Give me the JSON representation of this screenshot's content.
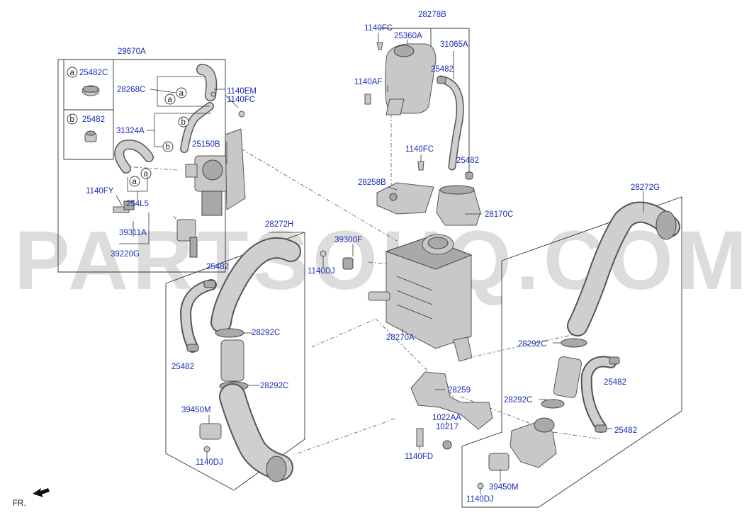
{
  "diagram": {
    "watermark": "PARTSOUQ.COM",
    "orientation": "FR.",
    "legend": [
      {
        "marker": "a",
        "part": "25482C"
      },
      {
        "marker": "b",
        "part": "25482"
      }
    ],
    "callout_markers": {
      "a": "a",
      "b": "b"
    },
    "labels": {
      "p29670A": "29670A",
      "p28268C": "28268C",
      "p1140EM": "1140EM",
      "p1140FC_left": "1140FC",
      "p31324A": "31324A",
      "p25150B": "25150B",
      "p254L5": "254L5",
      "p1140FY": "1140FY",
      "p39311A": "39311A",
      "p39220G": "39220G",
      "p28278B": "28278B",
      "p1140FC_top": "1140FC",
      "p25360A": "25360A",
      "p31065A": "31065A",
      "p25482_top": "25482",
      "p1140AF": "1140AF",
      "p1140FC_mid": "1140FC",
      "p25482_topright": "25482",
      "p28258B": "28258B",
      "p28170C": "28170C",
      "p28272H": "28272H",
      "p39300F": "39300F",
      "p1140DJ_mid": "1140DJ",
      "p25482_hose_top": "25482",
      "p28292C_a": "28292C",
      "p25482_hose_bot": "25482",
      "p28292C_b": "28292C",
      "p39450M_left": "39450M",
      "p1140DJ_left": "1140DJ",
      "p28270A": "28270A",
      "p28259": "28259",
      "p1022AA": "1022AA",
      "p10217": "10217",
      "p1140FD": "1140FD",
      "p28272G": "28272G",
      "p28292C_c": "28292C",
      "p25482_right": "25482",
      "p28292C_d": "28292C",
      "p25482_right_bot": "25482",
      "p39450M_right": "39450M",
      "p1140DJ_right": "1140DJ"
    }
  }
}
